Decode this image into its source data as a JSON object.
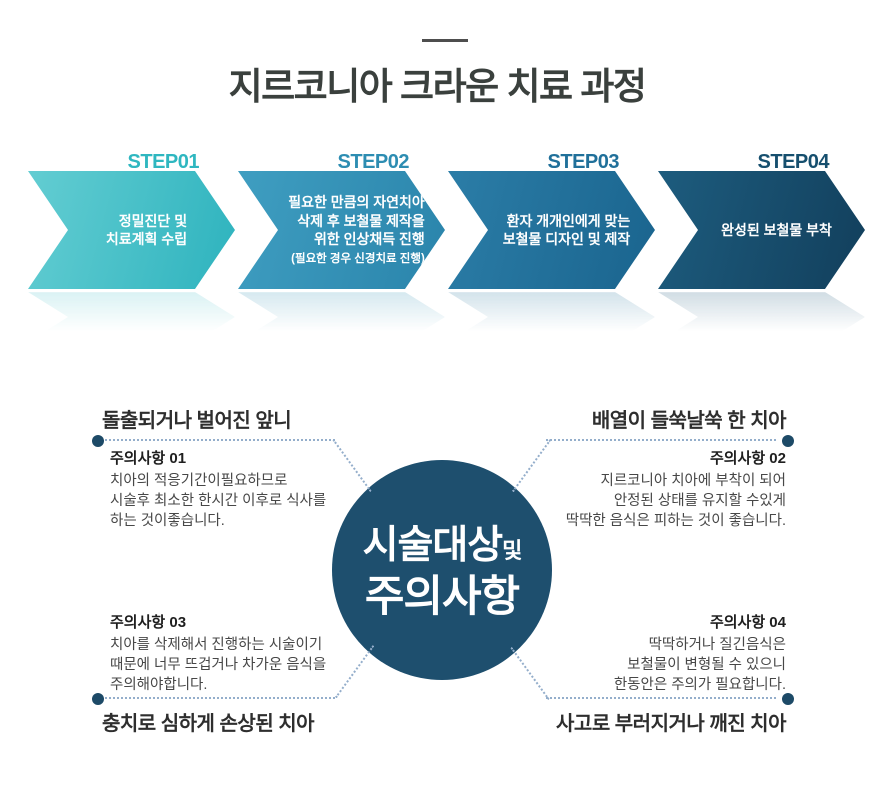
{
  "header": {
    "title": "지르코니아 크라운 치료 과정"
  },
  "steps": [
    {
      "label": "STEP01",
      "color": "#2fb7c0",
      "lines": [
        "정밀진단 및",
        "치료계획 수립"
      ],
      "note": ""
    },
    {
      "label": "STEP02",
      "color": "#2d8db2",
      "lines": [
        "필요한 만큼의 자연치아",
        "삭제 후 보철물 제작을",
        "위한 인상채득 진행"
      ],
      "note": "(필요한 경우 신경치료 진행)"
    },
    {
      "label": "STEP03",
      "color": "#20709a",
      "lines": [
        "환자 개개인에게 맞는",
        "보철물 디자인 및 제작"
      ],
      "note": ""
    },
    {
      "label": "STEP04",
      "color": "#164f6e",
      "lines": [
        "완성된 보철물 부착"
      ],
      "note": ""
    }
  ],
  "center_circle": {
    "line1": "시술대상",
    "line1_suffix": "및",
    "line2": "주의사항",
    "color": "#1e4f6e"
  },
  "notes": {
    "top_left": {
      "heading": "돌출되거나 벌어진 앞니",
      "title": "주의사항 01",
      "lines": [
        "치아의 적응기간이필요하므로",
        "시술후 최소한 한시간 이후로 식사를",
        "하는 것이좋습니다."
      ]
    },
    "top_right": {
      "heading": "배열이 들쑥날쑥 한 치아",
      "title": "주의사항 02",
      "lines": [
        "지르코니아 치아에 부착이 되어",
        "안정된 상태를 유지할 수있게",
        "딱딱한 음식은 피하는 것이 좋습니다."
      ]
    },
    "bottom_left": {
      "heading": "충치로 심하게 손상된 치아",
      "title": "주의사항 03",
      "lines": [
        "치아를 삭제해서 진행하는 시술이기",
        "때문에 너무 뜨겁거나 차가운 음식을",
        "주의해야합니다."
      ]
    },
    "bottom_right": {
      "heading": "사고로 부러지거나 깨진 치아",
      "title": "주의사항 04",
      "lines": [
        "딱딱하거나 질긴음식은",
        "보철물이 변형될 수 있으니",
        "한동안은 주의가 필요합니다."
      ]
    }
  },
  "colors": {
    "step1": "#2fb7c0",
    "step2": "#2d8db2",
    "step3": "#20709a",
    "step4": "#164f6e",
    "circle": "#1e4f6e",
    "connector_line": "#94aecb",
    "connector_dot": "#1d4a67",
    "title_text": "#3a403d"
  }
}
